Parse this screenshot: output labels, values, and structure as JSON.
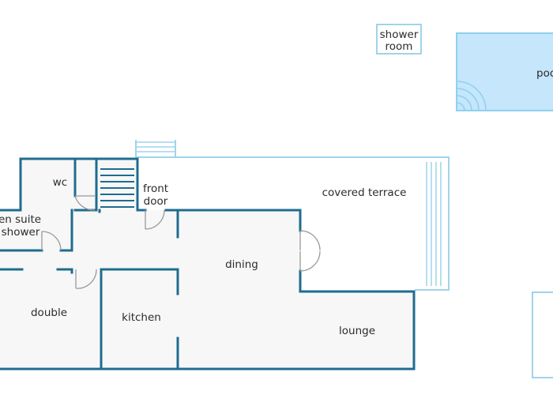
{
  "labels": {
    "shower_room": [
      "shower",
      "room"
    ],
    "pool": "pool",
    "wc": "wc",
    "front_door": [
      "front",
      "door"
    ],
    "covered_terrace": "covered terrace",
    "en_suite_shower": [
      "en suite",
      "shower"
    ],
    "dining": "dining",
    "double": "double",
    "kitchen": "kitchen",
    "lounge": "lounge"
  },
  "colors": {
    "wall": "#1f6c90",
    "floor": "#f7f7f7",
    "pool_fill": "#c5e6fb",
    "pool_edge": "#8fd0f0",
    "light_line": "#9fd4ea",
    "door": "#999999",
    "text": "#2b2b2b"
  }
}
